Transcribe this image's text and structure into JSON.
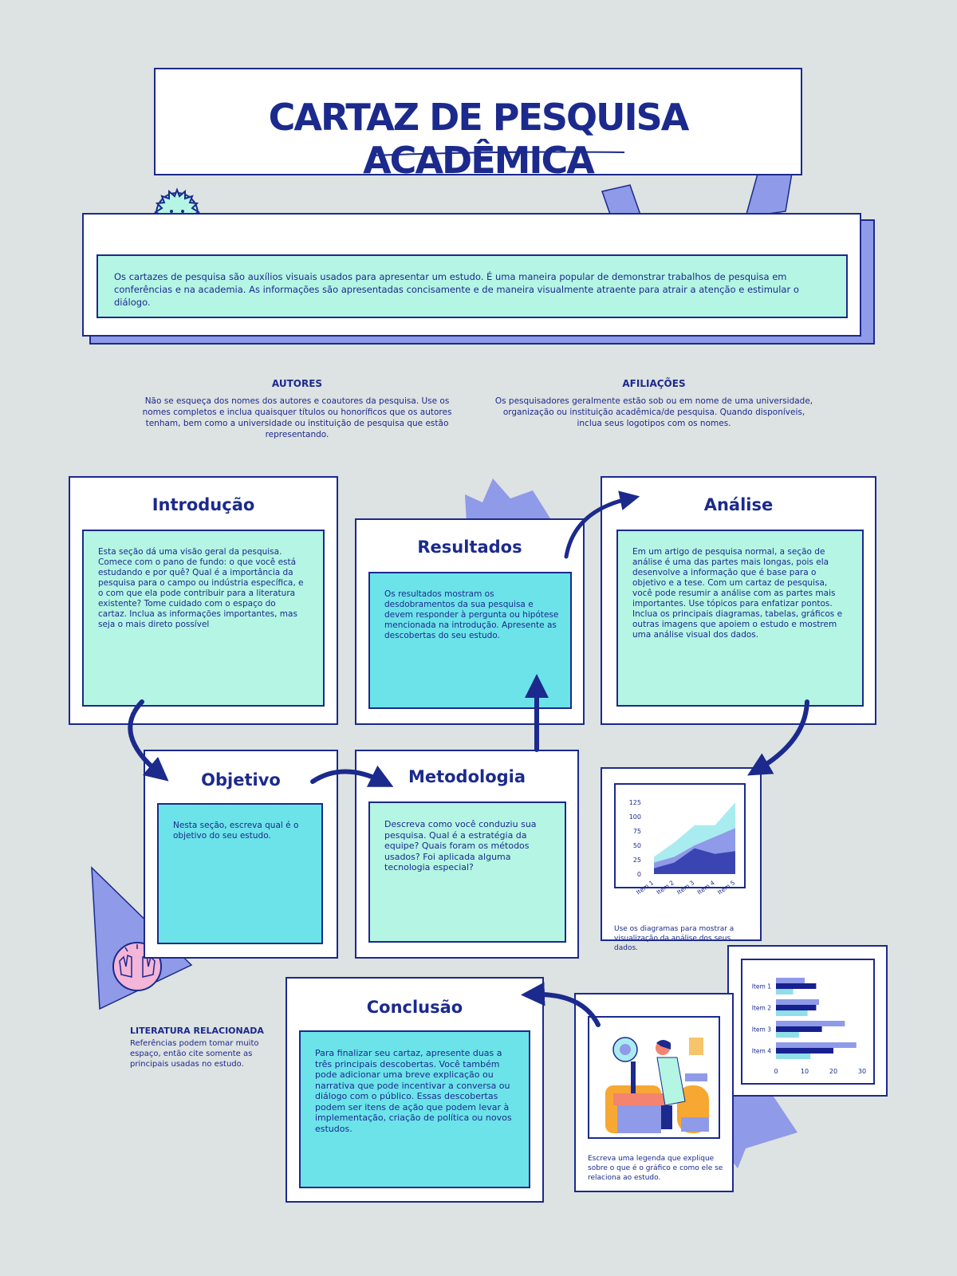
{
  "title": "CARTAZ DE PESQUISA ACADÊMICA",
  "intro_text": "Os cartazes de pesquisa são auxílios visuais usados para apresentar um estudo. É uma maneira popular de demonstrar trabalhos de pesquisa em conferências e na academia. As informações são apresentadas concisamente e de maneira visualmente atraente para atrair a atenção e estimular o diálogo.",
  "authors": {
    "heading": "AUTORES",
    "text": "Não se esqueça dos nomes dos autores e coautores da pesquisa. Use os nomes completos e inclua quaisquer títulos ou honoríficos que os autores tenham, bem como a universidade ou instituição de pesquisa que estão representando."
  },
  "affiliations": {
    "heading": "AFILIAÇÕES",
    "text": "Os pesquisadores geralmente estão sob ou em nome de uma universidade, organização ou instituição acadêmica/de pesquisa. Quando disponíveis, inclua seus logotipos com os nomes."
  },
  "sections": {
    "introducao": {
      "heading": "Introdução",
      "text": "Esta seção dá uma visão geral da pesquisa. Comece com o pano de fundo: o que você está estudando e por quê? Qual é a importância da pesquisa para o campo ou indústria específica, e o com que ela pode contribuir para a literatura existente? Tome cuidado com o espaço do cartaz. Inclua as informações importantes, mas seja o mais direto possível"
    },
    "resultados": {
      "heading": "Resultados",
      "text": "Os resultados mostram os desdobramentos da sua pesquisa e devem responder à pergunta ou hipótese mencionada na introdução. Apresente as descobertas do seu estudo."
    },
    "analise": {
      "heading": "Análise",
      "text": "Em um artigo de pesquisa normal, a seção de análise é uma das partes mais longas, pois ela desenvolve a informação que é base para o objetivo e a tese. Com um cartaz de pesquisa, você pode resumir a análise com as partes mais importantes. Use tópicos para enfatizar pontos. Inclua os principais diagramas, tabelas, gráficos e outras imagens que apoiem o estudo e mostrem uma análise visual dos dados."
    },
    "objetivo": {
      "heading": "Objetivo",
      "text": "Nesta seção, escreva qual é o objetivo do seu estudo."
    },
    "metodologia": {
      "heading": "Metodologia",
      "text": "Descreva como você conduziu sua pesquisa. Qual é a estratégia da equipe? Quais foram os métodos usados? Foi aplicada alguma tecnologia especial?"
    },
    "conclusao": {
      "heading": "Conclusão",
      "text": "Para finalizar seu cartaz, apresente duas a três principais descobertas. Você também pode adicionar uma breve explicação ou narrativa que pode incentivar a conversa ou diálogo com o público. Essas descobertas podem ser itens de ação que podem levar à implementação, criação de política ou novos estudos."
    }
  },
  "literature": {
    "heading": "LITERATURA RELACIONADA",
    "text": "Referências podem tomar muito espaço, então cite somente as principais usadas no estudo."
  },
  "area_caption": "Use os diagramas para mostrar a visualização da análise dos seus dados.",
  "image_caption": "Escreva uma legenda que explique sobre o que é o gráfico e como ele se relaciona ao estudo.",
  "chart_data": [
    {
      "type": "area",
      "categories": [
        "Item 1",
        "Item 2",
        "Item 3",
        "Item 4",
        "Item 5"
      ],
      "y_ticks": [
        "125",
        "100",
        "75",
        "50",
        "25",
        "0"
      ],
      "ylim": [
        0,
        125
      ],
      "series": [
        {
          "values": [
            30,
            55,
            85,
            85,
            125
          ],
          "color": "#a9ecf0"
        },
        {
          "values": [
            20,
            30,
            50,
            65,
            80
          ],
          "color": "#8f9ae8"
        },
        {
          "values": [
            10,
            20,
            45,
            35,
            40
          ],
          "color": "#3b44b3"
        }
      ]
    },
    {
      "type": "bar",
      "orientation": "horizontal",
      "categories": [
        "Item 1",
        "Item 2",
        "Item 3",
        "Item 4"
      ],
      "x_ticks": [
        "0",
        "10",
        "20",
        "30"
      ],
      "xlim": [
        0,
        30
      ],
      "series": [
        {
          "values": [
            10,
            15,
            24,
            28
          ],
          "color": "#8f9ae8"
        },
        {
          "values": [
            14,
            14,
            16,
            20
          ],
          "color": "#17208f"
        },
        {
          "values": [
            6,
            11,
            8,
            12
          ],
          "color": "#8fdee8"
        }
      ]
    }
  ],
  "colors": {
    "background": "#dde2e2",
    "navy": "#1b2a8c",
    "mint": "#b4f5e4",
    "cyan": "#6be3e9",
    "periwinkle": "#8f9ae8"
  }
}
